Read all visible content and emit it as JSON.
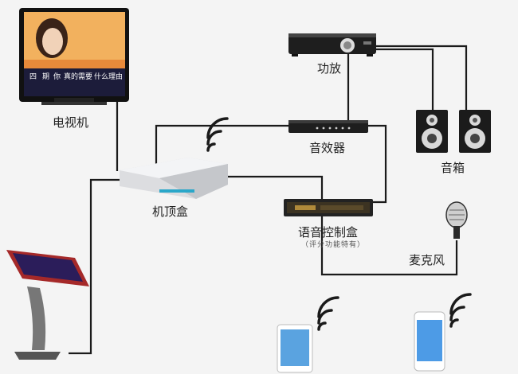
{
  "labels": {
    "tv": "电视机",
    "amplifier": "功放",
    "effector": "音效器",
    "speakers": "音箱",
    "set_top_box": "机顶盒",
    "voice_box": "语音控制盒",
    "voice_box_note": "（评分功能特有）",
    "microphone": "麦克风"
  },
  "tv_screen": {
    "lyrics": [
      "四",
      "期",
      "你",
      "真的需要",
      "什么理由"
    ]
  }
}
